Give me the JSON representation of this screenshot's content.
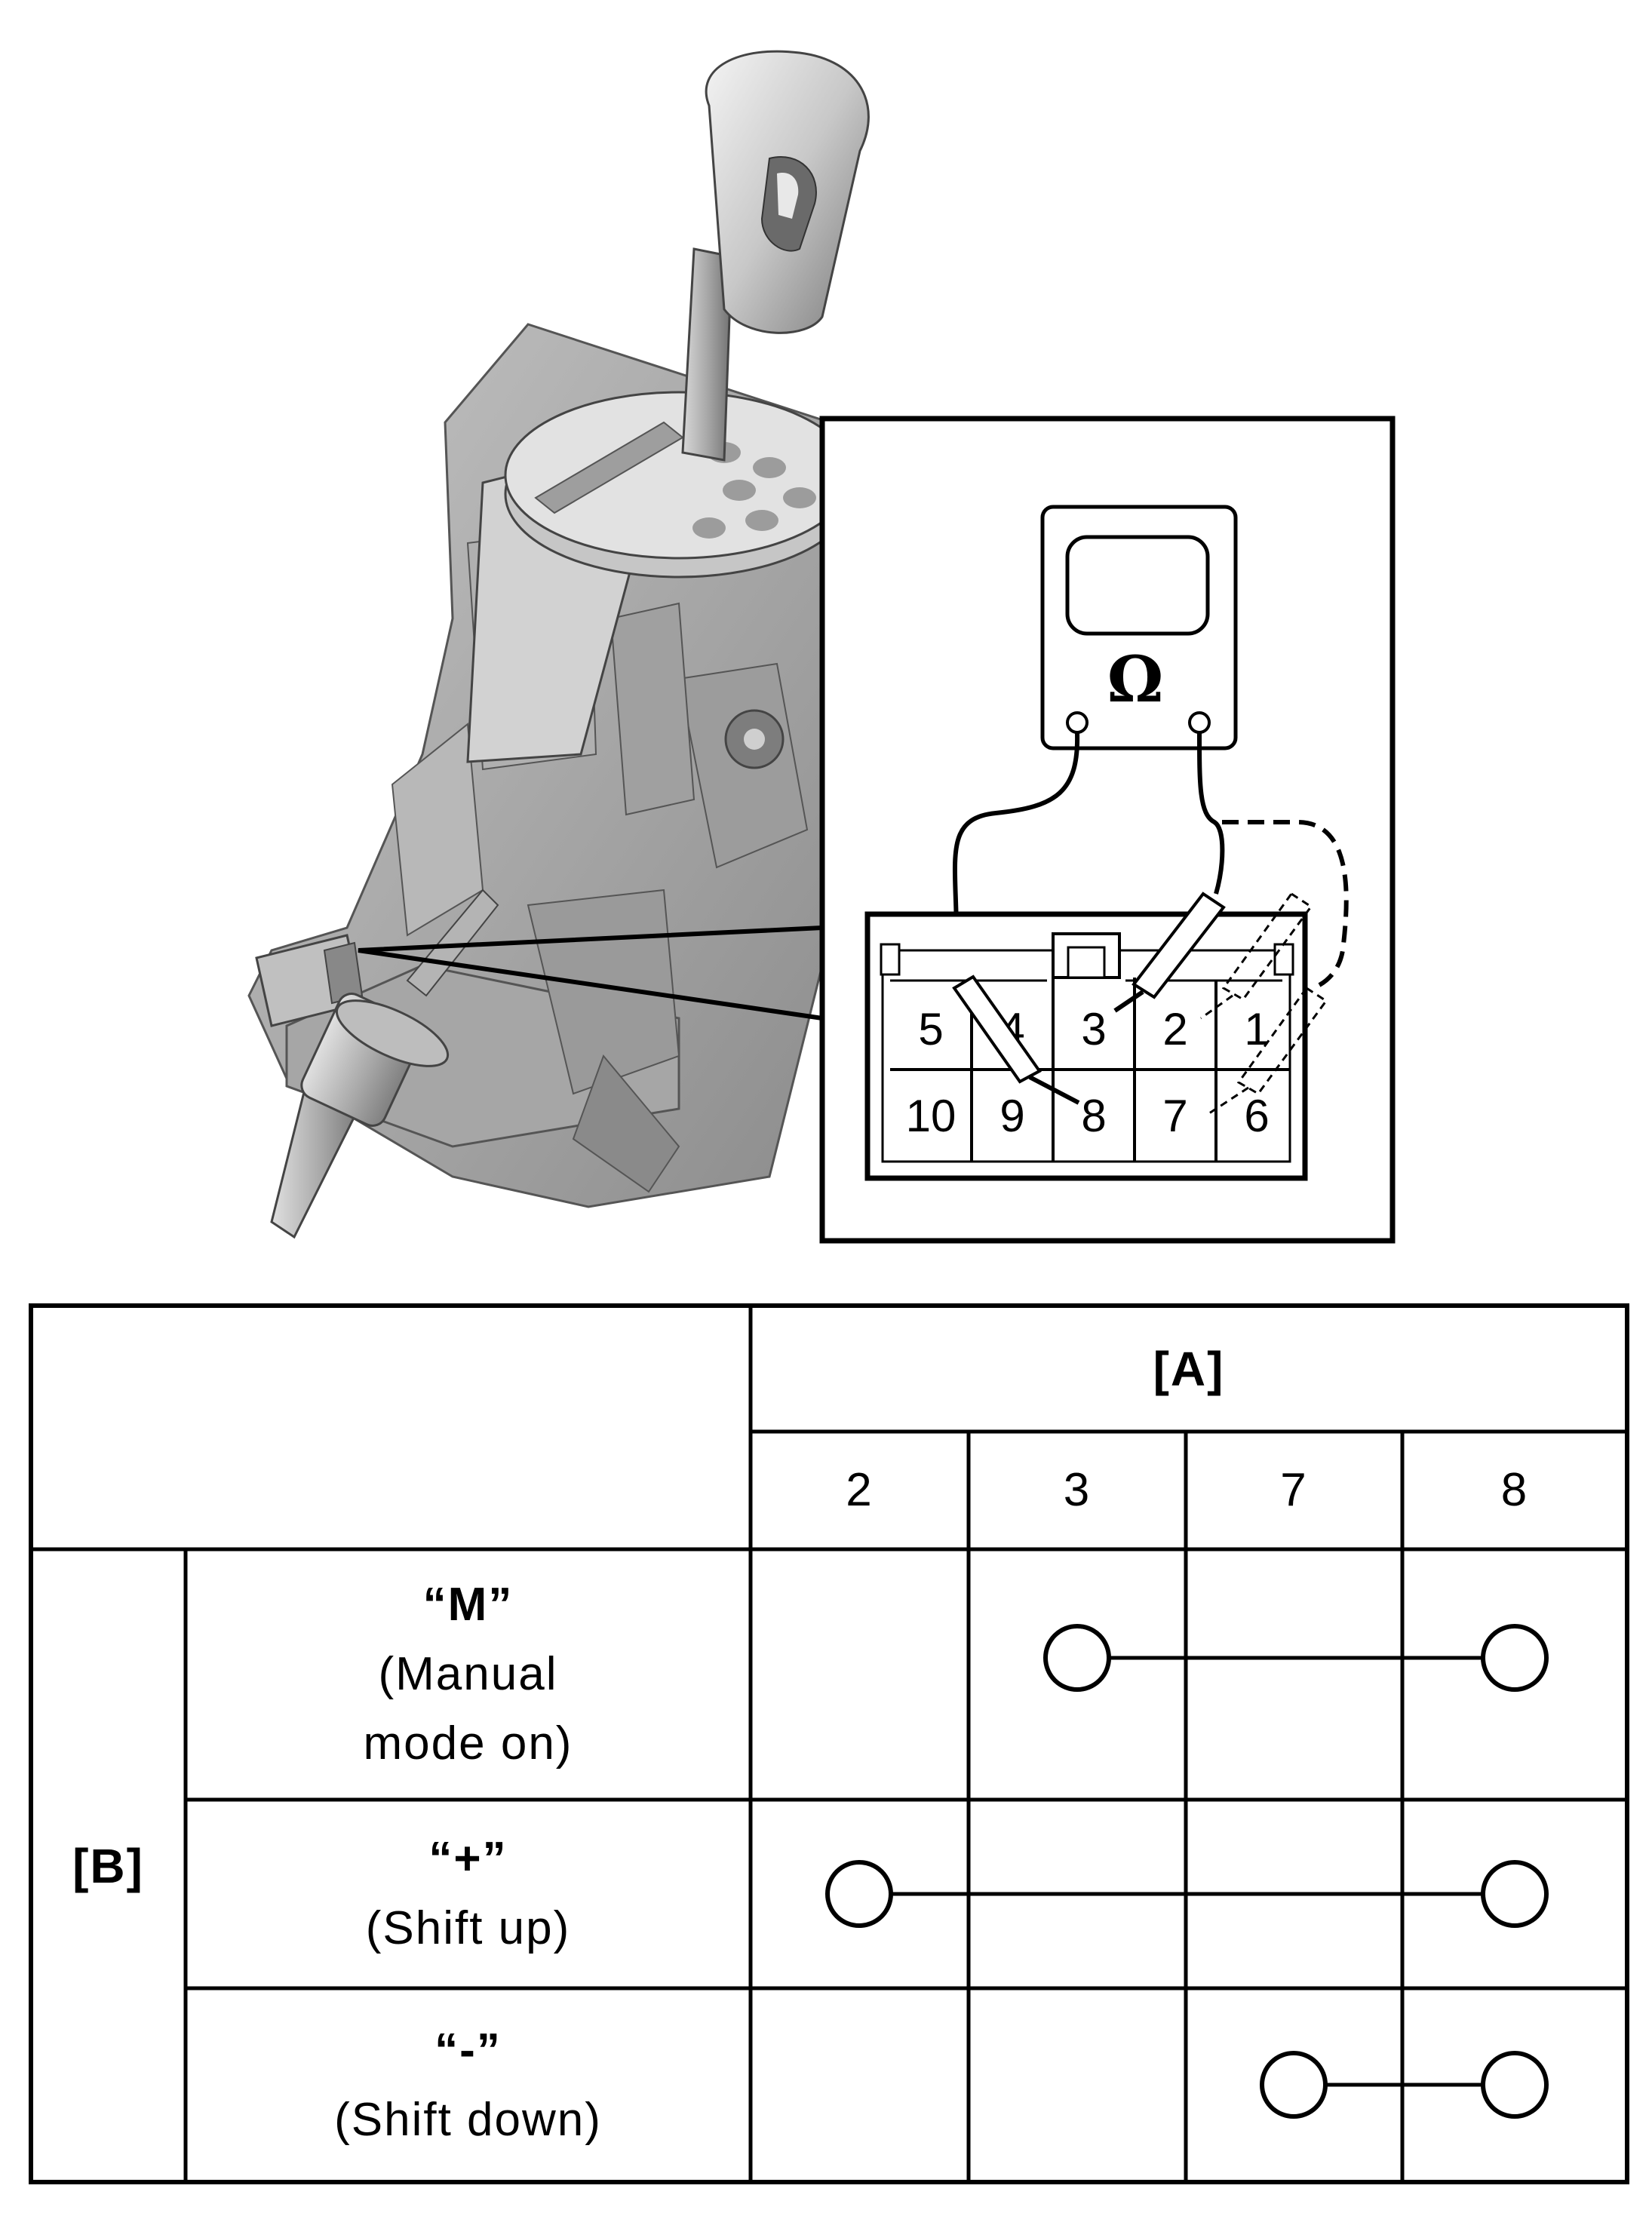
{
  "meter": {
    "symbol": "Ω"
  },
  "connector": {
    "top_row": [
      "5",
      "4",
      "3",
      "2",
      "1"
    ],
    "bottom_row": [
      "10",
      "9",
      "8",
      "7",
      "6"
    ]
  },
  "table": {
    "header_a": "[A]",
    "header_b": "[B]",
    "columns": [
      "2",
      "3",
      "7",
      "8"
    ],
    "rows": [
      {
        "key": "“M”",
        "line1": "(Manual",
        "line2": "mode on)",
        "connected": [
          "3",
          "8"
        ]
      },
      {
        "key": "“+”",
        "line1": "(Shift up)",
        "line2": "",
        "connected": [
          "2",
          "8"
        ]
      },
      {
        "key": "“-”",
        "line1": "(Shift down)",
        "line2": "",
        "connected": [
          "7",
          "8"
        ]
      }
    ]
  }
}
